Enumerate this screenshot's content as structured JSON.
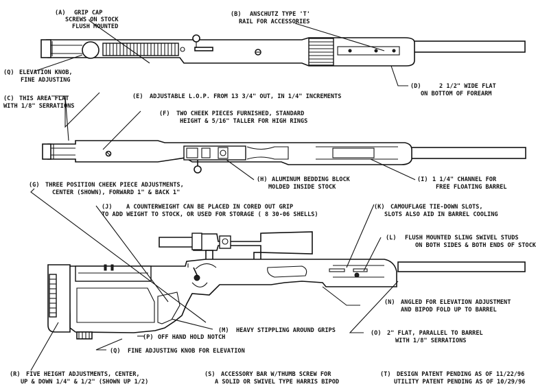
{
  "callouts": {
    "A": {
      "letter": "(A)",
      "lines": [
        "GRIP CAP",
        "SCREWS ON STOCK",
        "FLUSH MOUNTED"
      ]
    },
    "B": {
      "letter": "(B)",
      "lines": [
        "ANSCHUTZ TYPE 'T'",
        "RAIL FOR ACCESSORIES"
      ]
    },
    "Q_top": {
      "letter": "(Q)",
      "lines": [
        "ELEVATION KNOB,",
        "FINE ADJUSTING"
      ]
    },
    "C": {
      "letter": "(C)",
      "lines": [
        "THIS AREA FLAT",
        "WITH 1/8\" SERRATIONS"
      ]
    },
    "D": {
      "letter": "(D)",
      "lines": [
        "2 1/2\" WIDE FLAT",
        "ON BOTTOM OF FOREARM"
      ]
    },
    "E": {
      "letter": "(E)",
      "lines": [
        "ADJUSTABLE L.O.P. FROM 13 3/4\" OUT, IN 1/4\" INCREMENTS"
      ]
    },
    "F": {
      "letter": "(F)",
      "lines": [
        "TWO CHEEK PIECES FURNISHED, STANDARD",
        "HEIGHT & 5/16\" TALLER FOR HIGH RINGS"
      ]
    },
    "H": {
      "letter": "(H)",
      "lines": [
        "ALUMINUM BEDDING BLOCK",
        "MOLDED INSIDE STOCK"
      ]
    },
    "I": {
      "letter": "(I)",
      "lines": [
        "1 1/4\" CHANNEL FOR",
        "FREE FLOATING BARREL"
      ]
    },
    "G": {
      "letter": "(G)",
      "lines": [
        "THREE POSITION CHEEK PIECE ADJUSTMENTS,",
        "CENTER (SHOWN), FORWARD 1\" & BACK 1\""
      ]
    },
    "J": {
      "letter": "(J)",
      "lines": [
        "A COUNTERWEIGHT CAN BE PLACED IN CORED OUT GRIP",
        "TO ADD WEIGHT TO STOCK, OR USED FOR STORAGE ( 8 30-06 SHELLS)"
      ]
    },
    "K": {
      "letter": "(K)",
      "lines": [
        "CAMOUFLAGE TIE-DOWN SLOTS,",
        "SLOTS ALSO AID IN BARREL COOLING"
      ]
    },
    "L": {
      "letter": "(L)",
      "lines": [
        "FLUSH MOUNTED SLING SWIVEL STUDS",
        "ON BOTH SIDES & BOTH ENDS OF STOCK"
      ]
    },
    "N": {
      "letter": "(N)",
      "lines": [
        "ANGLED FOR ELEVATION ADJUSTMENT",
        "AND BIPOD FOLD UP TO BARREL"
      ]
    },
    "M": {
      "letter": "(M)",
      "lines": [
        "HEAVY STIPPLING AROUND GRIPS"
      ]
    },
    "O": {
      "letter": "(O)",
      "lines": [
        "2\" FLAT, PARALLEL TO BARREL",
        "WITH 1/8\" SERRATIONS"
      ]
    },
    "P": {
      "letter": "(P)",
      "lines": [
        "OFF HAND HOLD NOTCH"
      ]
    },
    "Q_bottom": {
      "letter": "(Q)",
      "lines": [
        "FINE ADJUSTING KNOB FOR ELEVATION"
      ]
    },
    "R": {
      "letter": "(R)",
      "lines": [
        "FIVE HEIGHT ADJUSTMENTS, CENTER,",
        "UP & DOWN 1/4\" & 1/2\" (SHOWN UP 1/2)"
      ]
    },
    "S": {
      "letter": "(S)",
      "lines": [
        "ACCESSORY BAR W/THUMB SCREW FOR",
        "A SOLID OR SWIVEL TYPE HARRIS BIPOD"
      ]
    },
    "T": {
      "letter": "(T)",
      "lines": [
        "DESIGN PATENT PENDING AS OF 11/22/96",
        "UTILITY PATENT PENDING AS OF 10/29/96"
      ]
    }
  }
}
